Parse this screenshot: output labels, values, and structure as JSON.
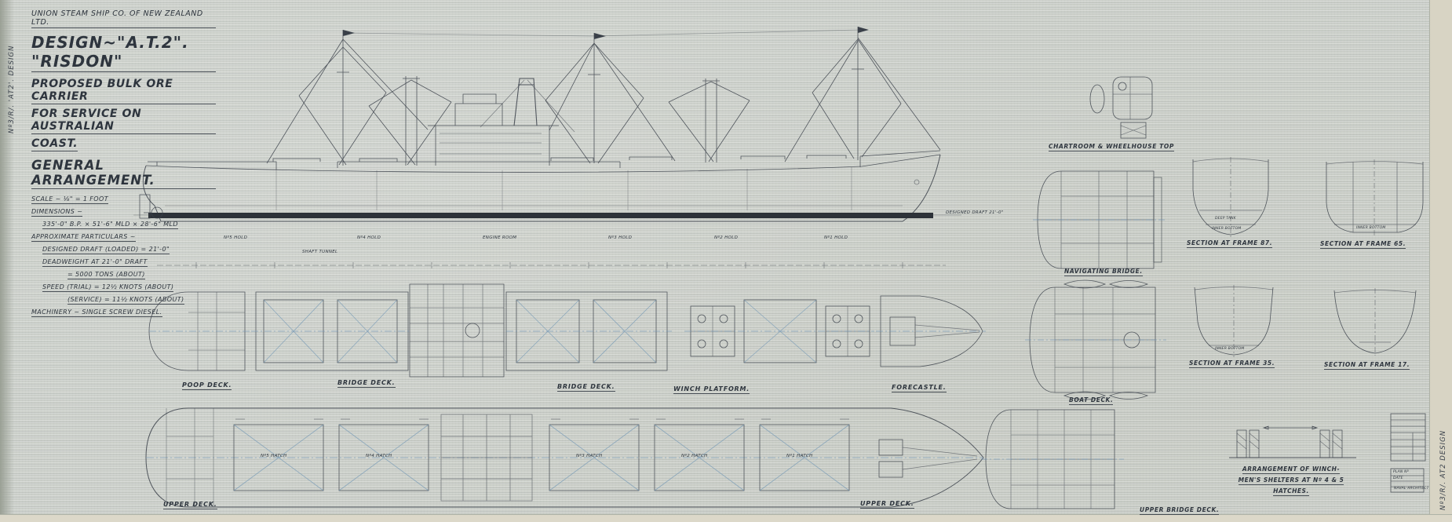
{
  "edge_notes": {
    "left": "Nº3/R/. 'AT2'. DESIGN",
    "right": "Nº3/R/. AT2 DESIGN"
  },
  "title_block": {
    "company": "UNION STEAM SHIP CO. OF NEW ZEALAND LTD.",
    "design": "DESIGN~\"A.T.2\". \"RISDON\"",
    "subtitle_lines": [
      "PROPOSED BULK ORE CARRIER",
      "FOR SERVICE ON AUSTRALIAN",
      "COAST."
    ],
    "heading": "GENERAL ARRANGEMENT.",
    "scale": "SCALE ~ ⅛\" = 1 FOOT",
    "dimensions_label": "DIMENSIONS ~",
    "dimensions": "335'-0\" B.P. × 51'-6\" MLD × 28'-6\" MLD",
    "particulars_label": "APPROXIMATE PARTICULARS ~",
    "particulars": [
      "DESIGNED DRAFT (LOADED) = 21'-0\"",
      "DEADWEIGHT AT 21'-0\" DRAFT",
      "= 5000 TONS (ABOUT)",
      "SPEED (TRIAL) = 12½ KNOTS (ABOUT)",
      "(SERVICE) = 11½ KNOTS (ABOUT)"
    ],
    "machinery": "MACHINERY ~ SINGLE SCREW DIESEL."
  },
  "profile": {
    "draft_note": "DESIGNED DRAFT 21'-0\"",
    "compartments": [
      "Nº5 HOLD",
      "Nº4 HOLD",
      "ENGINE ROOM",
      "Nº3 HOLD",
      "Nº2 HOLD",
      "Nº1 HOLD",
      "SHAFT TUNNEL"
    ]
  },
  "deck_row": {
    "poop": "POOP DECK.",
    "bridge_aft": "BRIDGE DECK.",
    "bridge_fwd": "BRIDGE DECK.",
    "winch_platform": "WINCH PLATFORM.",
    "forecastle": "FORECASTLE."
  },
  "upper_deck": {
    "left": "UPPER DECK.",
    "right": "UPPER DECK."
  },
  "hatches": [
    "Nº5 HATCH",
    "Nº4 HATCH",
    "Nº3 HATCH",
    "Nº2 HATCH",
    "Nº1 HATCH"
  ],
  "right_plans": {
    "chartroom": "CHARTROOM & WHEELHOUSE TOP",
    "bridge": "NAVIGATING BRIDGE.",
    "boat": "BOAT DECK.",
    "upper_bridge": "UPPER BRIDGE DECK."
  },
  "sections": {
    "labels": [
      "SECTION AT FRAME 87.",
      "SECTION AT FRAME 65.",
      "SECTION AT FRAME 35.",
      "SECTION AT FRAME 17."
    ],
    "deep_tank": "DEEP TANK",
    "inner_bottom": "INNER BOTTOM"
  },
  "winch_note": {
    "lines": [
      "ARRANGEMENT OF WINCH-",
      "MEN'S SHELTERS AT Nº 4 & 5",
      "HATCHES."
    ]
  },
  "title_box": {
    "plan_no": "PLAN Nº",
    "date": "DATE",
    "signed": "NAVAL ARCHITECT"
  }
}
